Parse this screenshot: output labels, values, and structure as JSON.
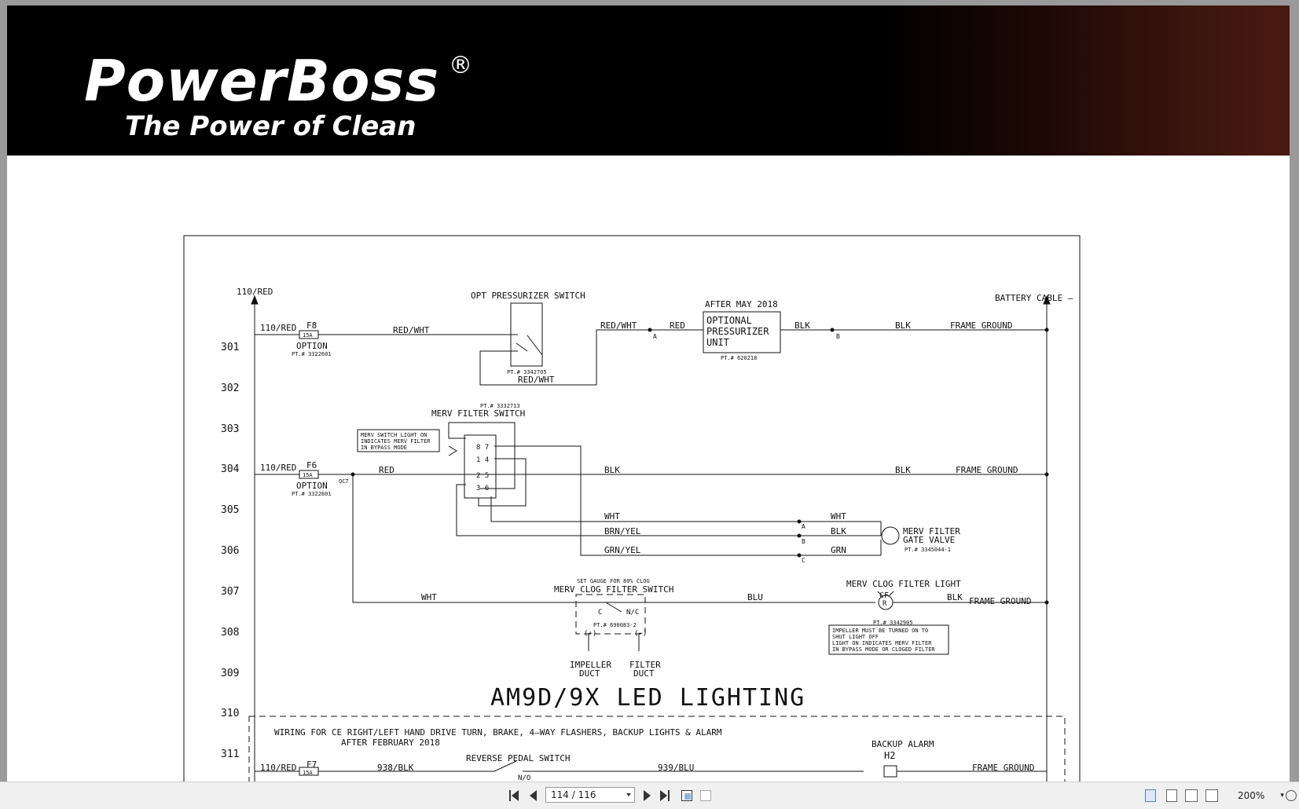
{
  "document": {
    "brand": "PowerBoss",
    "registered": "®",
    "tagline": "The Power of Clean"
  },
  "schematic": {
    "title": "AM9D/9X LED LIGHTING",
    "line_numbers": [
      "301",
      "302",
      "303",
      "304",
      "305",
      "306",
      "307",
      "308",
      "309",
      "310",
      "311"
    ],
    "rail_left": "110/RED",
    "rail_right": "BATTERY CABLE –",
    "labels": {
      "l301_110": "110/RED",
      "f8": "F8",
      "f8_fuse": "15A",
      "option_1": "OPTION",
      "pt_3322601_a": "PT.# 3322601",
      "red_wht_1": "RED/WHT",
      "opt_press_switch": "OPT PRESSURIZER SWITCH",
      "pt_3342705": "PT.# 3342705",
      "red_wht_2": "RED/WHT",
      "red_wht_3": "RED/WHT",
      "conn_a1": "A",
      "red_1": "RED",
      "after_may": "AFTER MAY 2018",
      "opt_unit_1": "OPTIONAL",
      "opt_unit_2": "PRESSURIZER",
      "opt_unit_3": "UNIT",
      "pt_620218": "PT.# 620218",
      "blk_1": "BLK",
      "conn_b1": "B",
      "blk_2": "BLK",
      "frame_ground_1": "FRAME GROUND",
      "pt_3332713": "PT.# 3332713",
      "merv_filter_switch": "MERV FILTER SWITCH",
      "note1_1": "MERV SWITCH LIGHT ON",
      "note1_2": "INDICATES MERV FILTER",
      "note1_3": "IN BYPASS MODE",
      "l304_110": "110/RED",
      "f6": "F6",
      "f6_fuse": "15A",
      "option_2": "OPTION",
      "pt_3322601_b": "PT.# 3322601",
      "qc7": "QC7",
      "red_2": "RED",
      "blk_3": "BLK",
      "blk_4": "BLK",
      "frame_ground_2": "FRAME GROUND",
      "sw_8_7": "8 7",
      "sw_1_4": "1 4",
      "sw_2_5": "2 5",
      "sw_3_6": "3 6",
      "wht_1": "WHT",
      "brn_yel": "BRN/YEL",
      "grn_yel": "GRN/YEL",
      "conn_a2": "A",
      "conn_b2": "B",
      "conn_c2": "C",
      "wht_2": "WHT",
      "blk_5": "BLK",
      "grn": "GRN",
      "merv_gate_1": "MERV FILTER",
      "merv_gate_2": "GATE VALVE",
      "pt_3345044": "PT.# 3345044-1",
      "set_gauge": "SET GAUGE FOR 80% CLOG",
      "merv_clog_switch": "MERV CLOG FILTER SWITCH",
      "wht_3": "WHT",
      "blu_1": "BLU",
      "c_contact": "C",
      "nc_contact": "N/C",
      "pt_690083": "PT.# 690083-2",
      "plus": "(+)",
      "minus": "(−)",
      "impeller_1": "IMPELLER",
      "impeller_2": "DUCT",
      "filter_1": "FILTER",
      "filter_2": "DUCT",
      "merv_clog_light": "MERV CLOG FILTER LIGHT",
      "cf": "CF",
      "r_lamp": "R",
      "blk_6": "BLK",
      "frame_ground_3": "FRAME GROUND",
      "pt_3342905": "PT.# 3342905",
      "note2_1": "IMPELLER MUST BE TURNED ON TO",
      "note2_2": "SHUT LIGHT OFF",
      "note2_3": "LIGHT ON INDICATES MERV FILTER",
      "note2_4": "IN BYPASS MODE OR CLOGED FILTER",
      "ce_1": "WIRING FOR CE RIGHT/LEFT HAND DRIVE TURN, BRAKE, 4–WAY FLASHERS, BACKUP LIGHTS & ALARM",
      "ce_2": "AFTER FEBRUARY 2018",
      "reverse_pedal": "REVERSE PEDAL SWITCH",
      "backup_alarm": "BACKUP ALARM",
      "h2": "H2",
      "l311_110": "110/RED",
      "f7": "F7",
      "f7_fuse": "15A",
      "w938": "938/BLK",
      "no": "N/O",
      "w939": "939/BLU",
      "frame_ground_4": "FRAME GROUND"
    }
  },
  "toolbar": {
    "page_value": "114 / 116",
    "zoom": "200%",
    "icons": [
      "first-page-icon",
      "prev-page-icon",
      "next-page-icon",
      "last-page-icon",
      "rotate-icon",
      "rotate-alt-icon",
      "single-page-icon",
      "continuous-icon",
      "two-page-icon",
      "two-page-continuous-icon",
      "zoom-out-icon"
    ]
  }
}
